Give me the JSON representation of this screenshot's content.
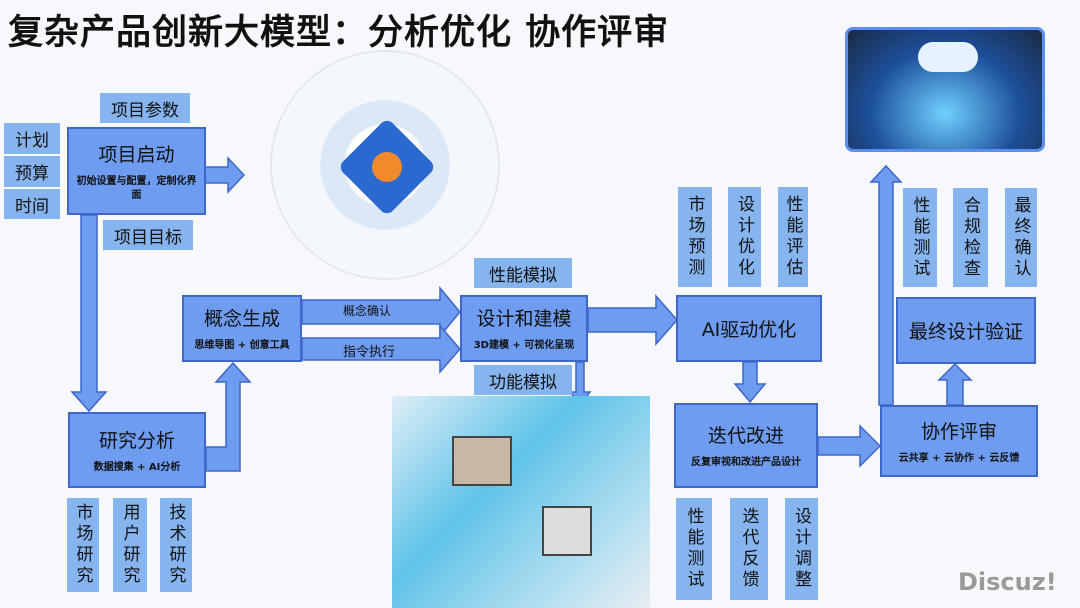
{
  "title": "复杂产品创新大模型：分析优化 协作评审",
  "nodes": {
    "start": {
      "title": "项目启动",
      "sub": "初始设置与配置，定制化界面"
    },
    "research": {
      "title": "研究分析",
      "sub": "数据搜集 + AI分析"
    },
    "concept": {
      "title": "概念生成",
      "sub": "思维导图 + 创意工具"
    },
    "design": {
      "title": "设计和建模",
      "sub": "3D建模 + 可视化呈现"
    },
    "ai": {
      "title": "AI驱动优化"
    },
    "iterate": {
      "title": "迭代改进",
      "sub": "反复审视和改进产品设计"
    },
    "review": {
      "title": "协作评审",
      "sub": "云共享 + 云协作 + 云反馈"
    },
    "final": {
      "title": "最终设计验证"
    }
  },
  "labels": {
    "params": "项目参数",
    "goals": "项目目标",
    "plan": "计划",
    "budget": "预算",
    "time": "时间",
    "perf_sim": "性能模拟",
    "func_sim": "功能模拟",
    "concept_confirm": "概念确认",
    "cmd_exec": "指令执行"
  },
  "research_items": [
    "市场研究",
    "用户研究",
    "技术研究"
  ],
  "ai_items": [
    "市场预测",
    "设计优化",
    "性能评估"
  ],
  "iterate_items": [
    "性能测试",
    "迭代反馈",
    "设计调整"
  ],
  "final_items": [
    "性能测试",
    "合规检查",
    "最终确认"
  ],
  "watermark": "Discuz!"
}
